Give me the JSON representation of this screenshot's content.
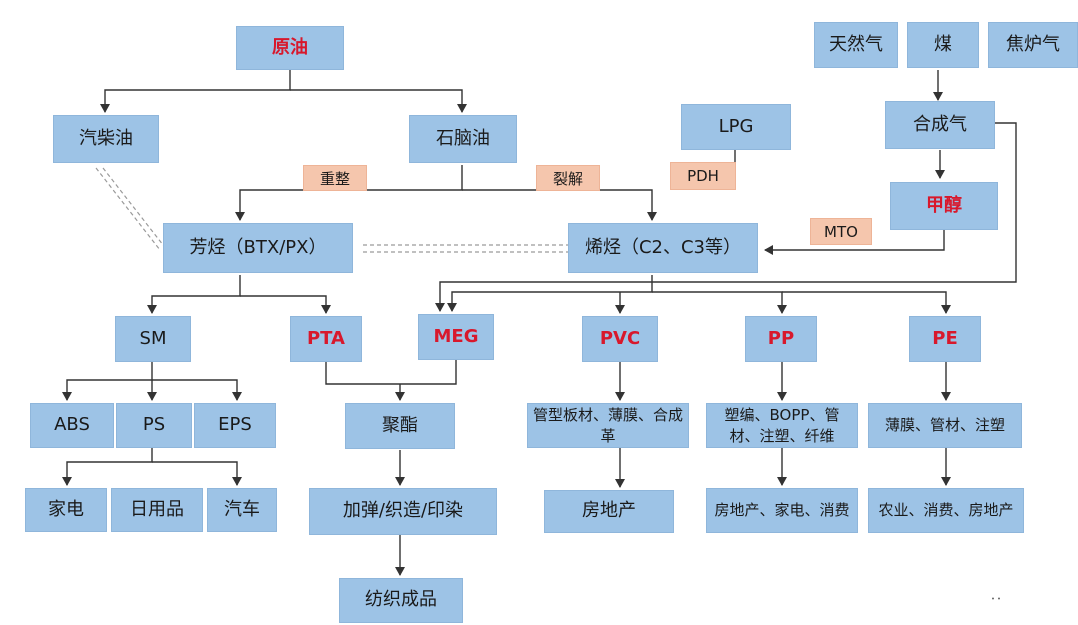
{
  "nodes": {
    "crude_oil": "原油",
    "diesel_gasoline": "汽柴油",
    "naphtha": "石脑油",
    "lpg": "LPG",
    "natural_gas": "天然气",
    "coal": "煤",
    "coke_oven_gas": "焦炉气",
    "syngas": "合成气",
    "methanol": "甲醇",
    "aromatics": "芳烃（BTX/PX）",
    "olefins": "烯烃（C2、C3等）",
    "sm": "SM",
    "pta": "PTA",
    "meg": "MEG",
    "pvc": "PVC",
    "pp": "PP",
    "pe": "PE",
    "abs": "ABS",
    "ps": "PS",
    "eps": "EPS",
    "polyester": "聚酯",
    "pvc_products": "管型板材、薄膜、合成革",
    "pp_products": "塑编、BOPP、管材、注塑、纤维",
    "pe_products": "薄膜、管材、注塑",
    "appliances": "家电",
    "daily_goods": "日用品",
    "automobile": "汽车",
    "texturing": "加弹/织造/印染",
    "textiles": "纺织成品",
    "real_estate": "房地产",
    "pp_end": "房地产、家电、消费",
    "pe_end": "农业、消费、房地产"
  },
  "processes": {
    "reforming": "重整",
    "cracking": "裂解",
    "pdh": "PDH",
    "mto": "MTO"
  },
  "colors": {
    "box_fill": "#9dc3e6",
    "highlight_text": "#d8182c",
    "process_fill": "#f5c6ad",
    "line": "#333333"
  }
}
